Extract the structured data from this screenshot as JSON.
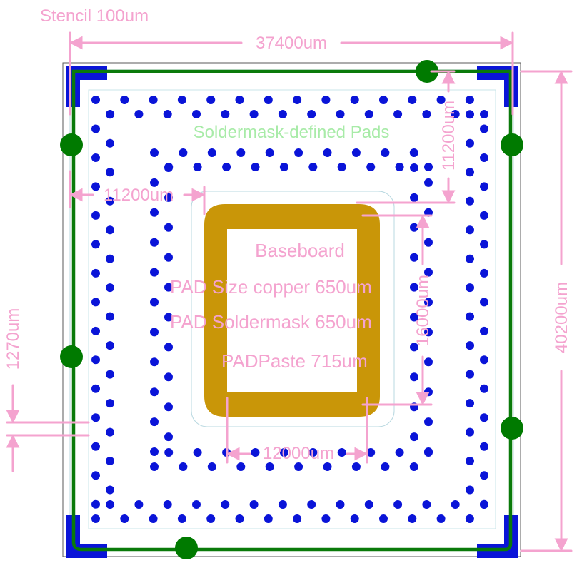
{
  "colors": {
    "outline": "#5a5a5a",
    "outline_light": "#b8d8e0",
    "green_trace": "#0a7a0a",
    "green_dot": "#007a00",
    "blue_pad": "#0a14d8",
    "gold": "#c99608",
    "pink": "#f4a3cf",
    "light_green": "#a8eba8"
  },
  "labels": {
    "stencil": "Stencil 100um",
    "width_top": "37400um",
    "height_right": "40200um",
    "inner_top": "11200um",
    "inner_left": "11200um",
    "pitch": "1270um",
    "inner_height": "16000um",
    "inner_width": "12000um",
    "soldermask_pads": "Soldermask-defined Pads",
    "baseboard": "Baseboard",
    "pad_copper": "PAD Size copper 650um",
    "pad_soldermask": "PAD Soldermask 650um",
    "pad_paste": "PADPaste 715um"
  }
}
